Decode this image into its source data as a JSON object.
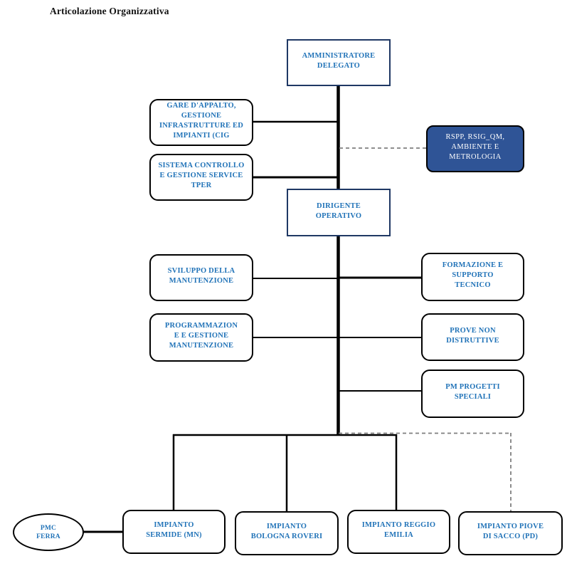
{
  "title": "Articolazione Organizzativa",
  "colors": {
    "label_blue": "#2173B8",
    "square_border": "#1F3864",
    "rounded_border": "#000000",
    "dark_box_fill": "#2F5496",
    "dark_box_text": "#FFFFFF",
    "solid_connector": "#000000",
    "dashed_connector": "#7F7F7F",
    "background": "#FFFFFF"
  },
  "nodes": {
    "amministratore_delegato": {
      "label": "AMMINISTRATORE\nDELEGATO"
    },
    "gare_appalto": {
      "label": "GARE D'APPALTO,\nGESTIONE\nINFRASTRUTTURE ED\nIMPIANTI (CIG"
    },
    "sistema_controllo": {
      "label": "SISTEMA CONTROLLO\nE GESTIONE SERVICE\nTPER"
    },
    "rspp": {
      "label": "RSPP, RSIG_QM,\nAMBIENTE E\nMETROLOGIA"
    },
    "dirigente_operativo": {
      "label": "DIRIGENTE\nOPERATIVO"
    },
    "sviluppo_manutenzione": {
      "label": "SVILUPPO DELLA\nMANUTENZIONE"
    },
    "programmazione_gestione": {
      "label": "PROGRAMMAZION\nE E GESTIONE\nMANUTENZIONE"
    },
    "formazione_supporto": {
      "label": "FORMAZIONE E\nSUPPORTO\nTECNICO"
    },
    "prove_non_distruttive": {
      "label": "PROVE NON\nDISTRUTTIVE"
    },
    "pm_progetti_speciali": {
      "label": "PM PROGETTI\nSPECIALI"
    },
    "impianto_sermide": {
      "label": "IMPIANTO\nSERMIDE (MN)"
    },
    "impianto_bologna_roveri": {
      "label": "IMPIANTO\nBOLOGNA ROVERI"
    },
    "impianto_reggio_emilia": {
      "label": "IMPIANTO REGGIO\nEMILIA"
    },
    "impianto_piove_di_sacco": {
      "label": "IMPIANTO PIOVE\nDI SACCO (PD)"
    },
    "pmc_ferrara": {
      "label": "PMC\nFERRA"
    }
  }
}
